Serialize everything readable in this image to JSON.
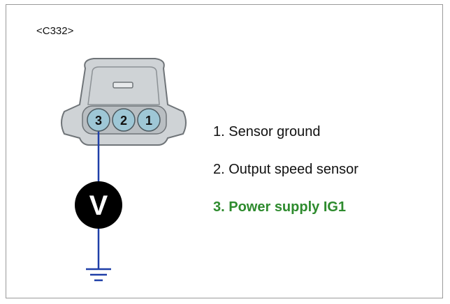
{
  "connector": {
    "id": "<C332>",
    "pins": [
      "3",
      "2",
      "1"
    ]
  },
  "meter": {
    "symbol": "V"
  },
  "pin_functions": [
    {
      "label": "1. Sensor ground",
      "highlighted": false
    },
    {
      "label": "2. Output speed sensor",
      "highlighted": false
    },
    {
      "label": "3. Power supply IG1",
      "highlighted": true
    }
  ],
  "colors": {
    "connector_fill": "#cfd3d6",
    "pin_fill": "#9ec7d6",
    "probe_wire": "#1f3fa8",
    "meter_fill": "#000000",
    "highlight_text": "#2e8b2e"
  }
}
